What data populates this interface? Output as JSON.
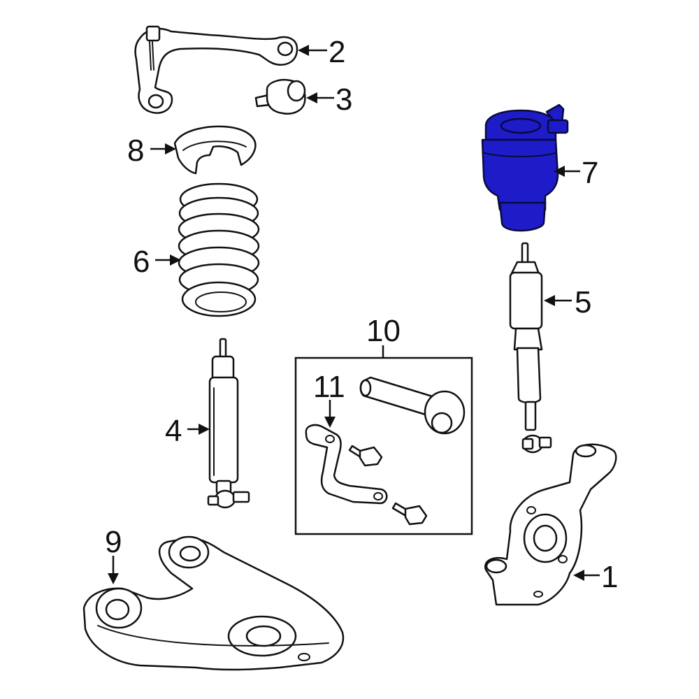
{
  "diagram": {
    "highlight_color": "#1d1cc8",
    "callouts": {
      "c1": "1",
      "c2": "2",
      "c3": "3",
      "c4": "4",
      "c5": "5",
      "c6": "6",
      "c7": "7",
      "c8": "8",
      "c9": "9",
      "c10": "10",
      "c11": "11"
    },
    "highlighted_part": "7"
  }
}
